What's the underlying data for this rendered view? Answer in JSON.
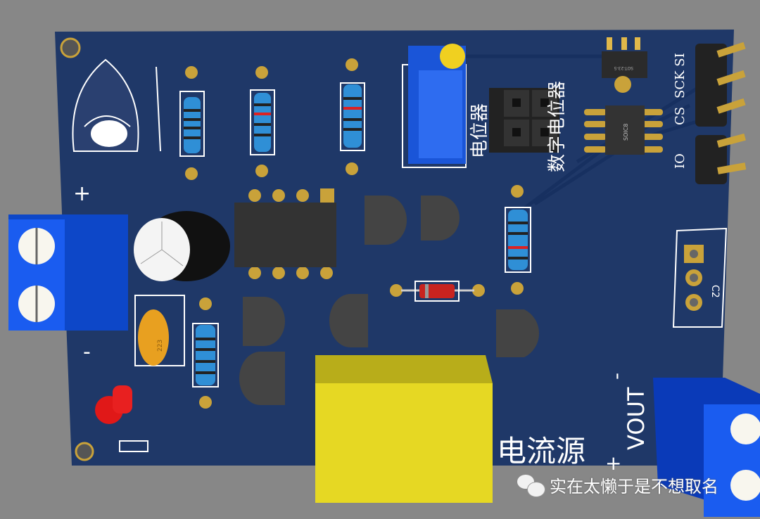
{
  "board": {
    "colors": {
      "background": "#878787",
      "pcb": "#1f3868",
      "silkscreen": "#ffffff",
      "pad": "#c9a23a",
      "terminal": "#1a5cf0",
      "relay": "#e6d823"
    },
    "labels": {
      "plus_left": "+",
      "minus_left": "-",
      "potentiometer": "电位器",
      "digital_pot": "数字电位器",
      "soic8": "SOIC8",
      "sot": "SOT-23-5",
      "pin_sck_si": "SCK SI",
      "pin_cs": "CS",
      "pin_io": "IO",
      "c2": "C2",
      "cap_code": "223",
      "title": "电流源",
      "plus_right": "+",
      "minus_right": "-",
      "vout": "VOUT"
    }
  },
  "watermark": {
    "icon": "wechat-icon",
    "text": "实在太懒于是不想取名"
  }
}
